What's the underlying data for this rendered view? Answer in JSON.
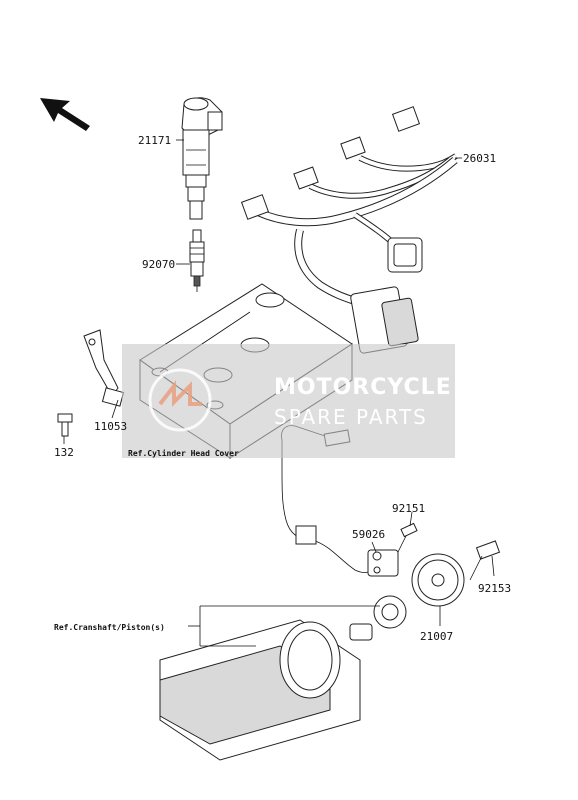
{
  "part_labels": {
    "p21171": "21171",
    "p26031": "26031",
    "p92070": "92070",
    "p11053": "11053",
    "p132": "132",
    "p92151": "92151",
    "p59026": "59026",
    "p92153": "92153",
    "p21007": "21007"
  },
  "references": {
    "cylinder_head_cover": "Ref.Cylinder Head Cover",
    "crankshaft_piston": "Ref.Cranshaft/Piston(s)"
  },
  "watermark": {
    "line1": "MOTORCYCLE",
    "line2": "SPARE PARTS"
  },
  "icons": {
    "direction": "arrow-up-left-icon"
  }
}
